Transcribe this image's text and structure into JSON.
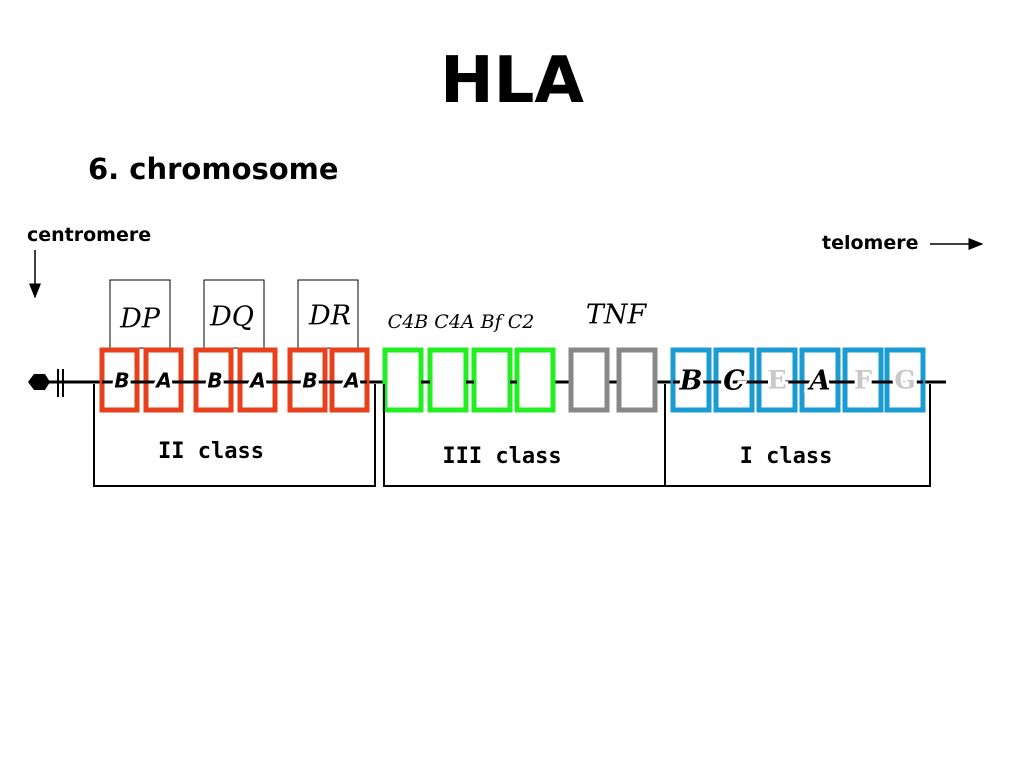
{
  "title": "HLA",
  "subtitle": "6. chromosome",
  "centromere_label": "centromere",
  "telomere_label": "telomere",
  "loci": {
    "dp": "DP",
    "dq": "DQ",
    "dr": "DR",
    "complement": "C4B C4A Bf C2",
    "tnf": "TNF"
  },
  "class2_genes": [
    "B",
    "A",
    "B",
    "A",
    "B",
    "A"
  ],
  "class1_genes": [
    "B",
    "C",
    "E",
    "A",
    "F",
    "G"
  ],
  "class_labels": {
    "class2": "II class",
    "class3": "III class",
    "class1": "I class"
  },
  "colors": {
    "class2_box": "#e8401c",
    "class3_box": "#22ee22",
    "tnf_box": "#888888",
    "class1_box": "#1a9bd1",
    "faded_gene": "#c8c8c8"
  }
}
